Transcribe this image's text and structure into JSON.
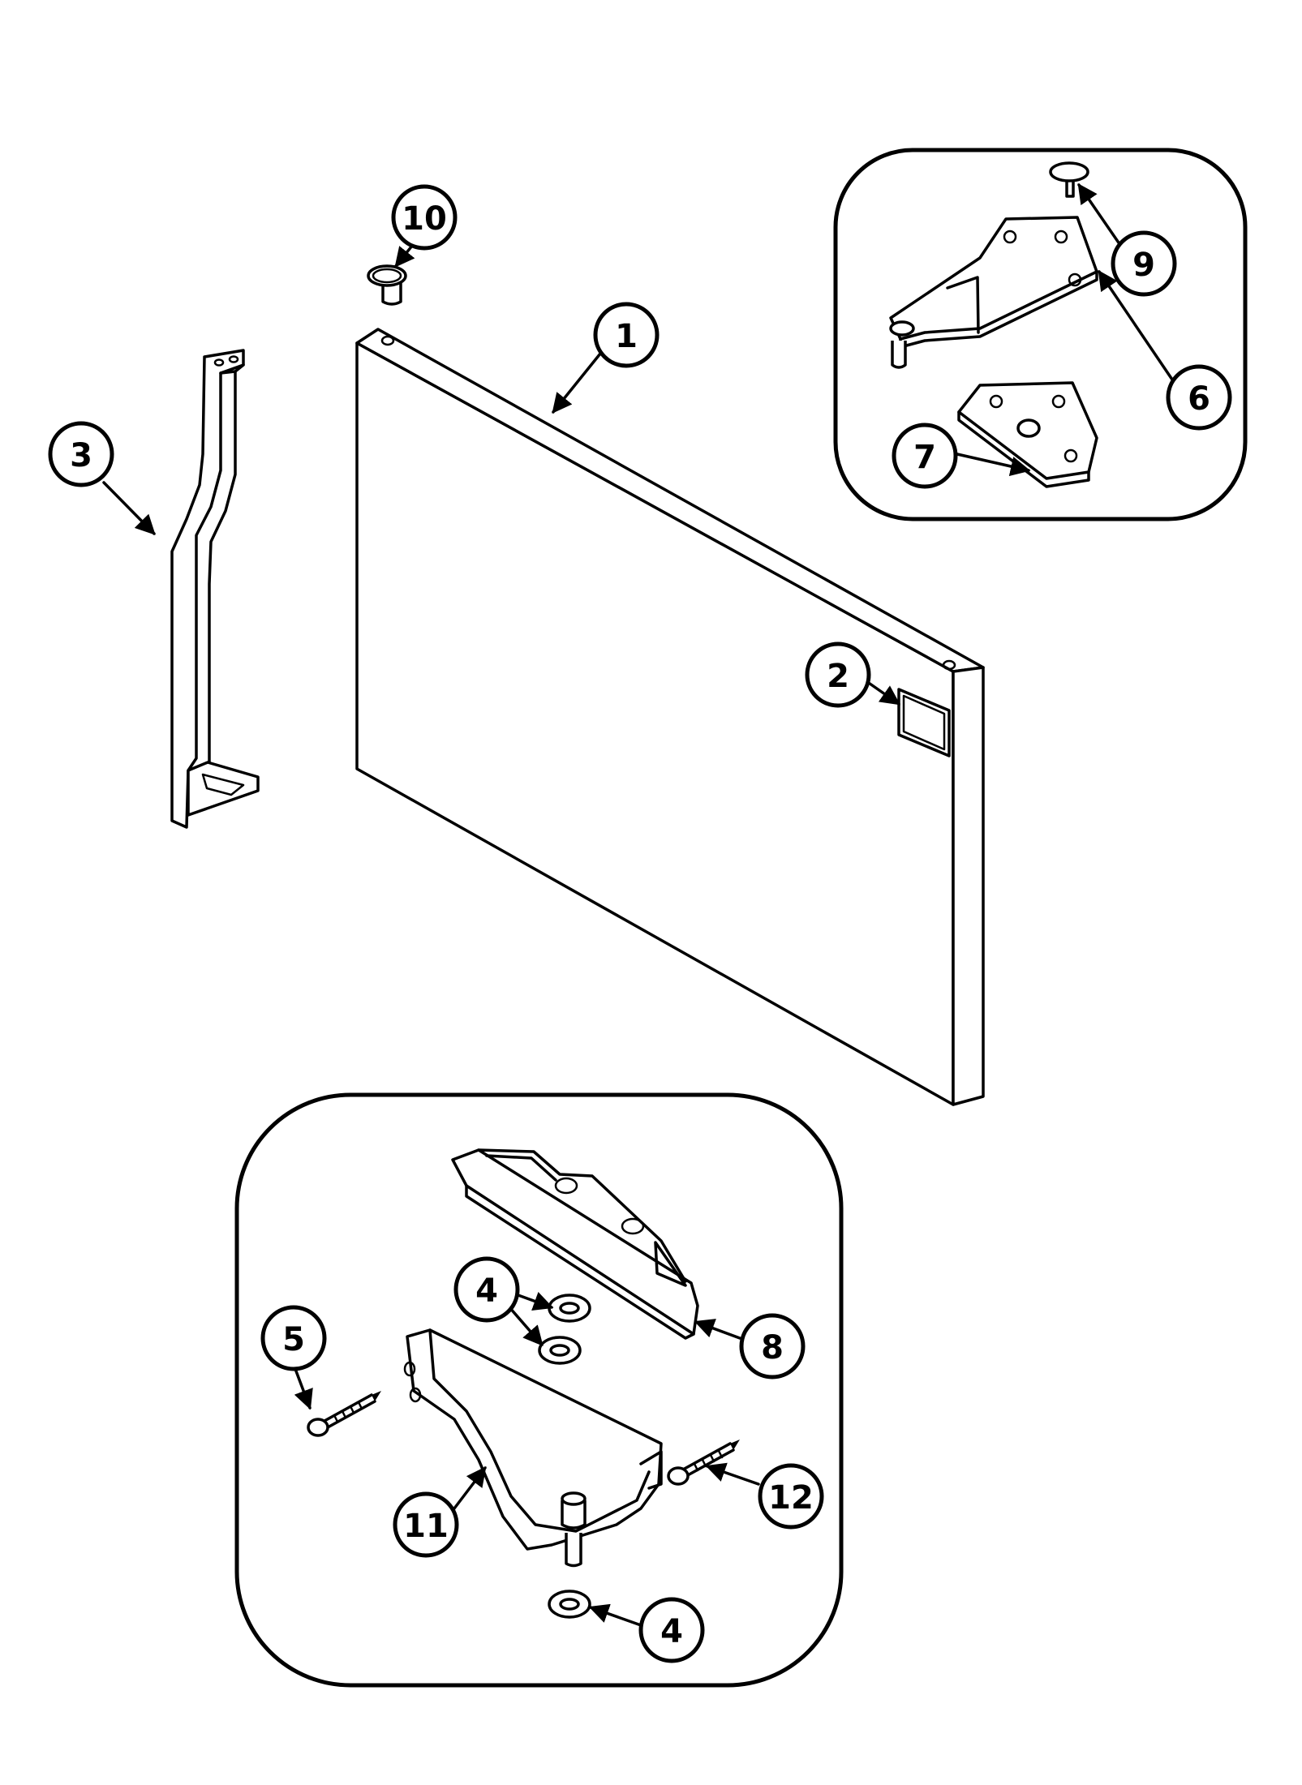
{
  "callouts": {
    "c1": "1",
    "c2": "2",
    "c3": "3",
    "c4a": "4",
    "c4b": "4",
    "c5": "5",
    "c6": "6",
    "c7": "7",
    "c8": "8",
    "c9": "9",
    "c10": "10",
    "c11": "11",
    "c12": "12"
  }
}
